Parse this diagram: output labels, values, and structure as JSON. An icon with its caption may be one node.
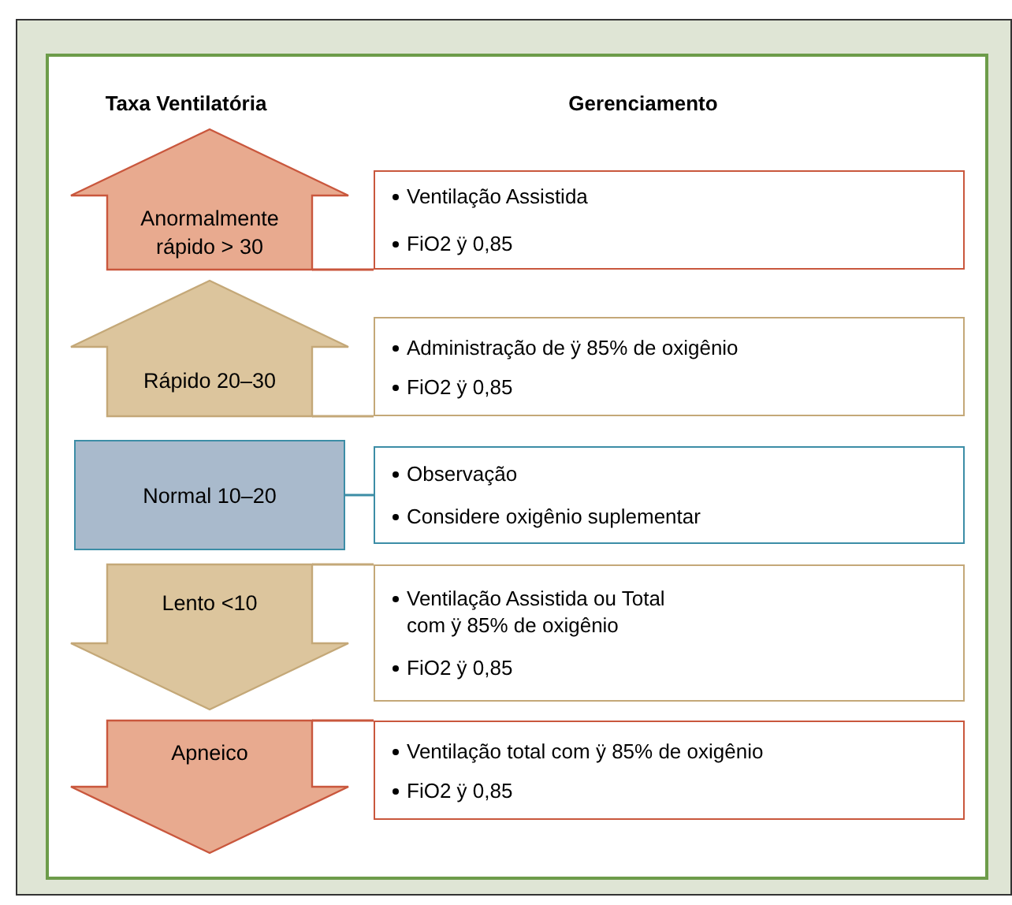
{
  "diagram": {
    "nodes": [
      {
        "text": [
          "Anormalmente rápido > 30"
        ]
      },
      {
        "text": [
          "Ventilação Assistida",
          "FiO2 ÿ 0,85"
        ]
      },
      {
        "text": [
          "Rápido 20–30"
        ]
      },
      {
        "text": [
          "Administração de ÿ 85% de oxigênio",
          "FiO2 ÿ 0,85"
        ]
      },
      {
        "text": [
          "Normal 10–20"
        ]
      },
      {
        "text": [
          "Observação",
          "Considere oxigênio suplementar"
        ]
      },
      {
        "text": [
          "Lento <10"
        ]
      },
      {
        "text": [
          "Ventilação Assistida ou Total com ÿ 85% de oxigênio",
          "FiO2 ÿ 0,85"
        ]
      },
      {
        "text": [
          "Apneico"
        ]
      },
      {
        "text": [
          "Ventilação total com ÿ 85% de oxigênio",
          "FiO2 ÿ 0,85"
        ]
      }
    ],
    "edges": [
      {
        "from": 0,
        "to": 1,
        "arrow": "none",
        "color": "#c9573d"
      },
      {
        "from": 2,
        "to": 3,
        "arrow": "none",
        "color": "#c4a878"
      },
      {
        "from": 4,
        "to": 5,
        "arrow": "none",
        "color": "#3c8da6"
      },
      {
        "from": 6,
        "to": 7,
        "arrow": "none",
        "color": "#c4a878"
      },
      {
        "from": 8,
        "to": 9,
        "arrow": "none",
        "color": "#c9573d"
      }
    ],
    "labels": [
      "Taxa Ventilatória",
      "Gerenciamento"
    ]
  }
}
